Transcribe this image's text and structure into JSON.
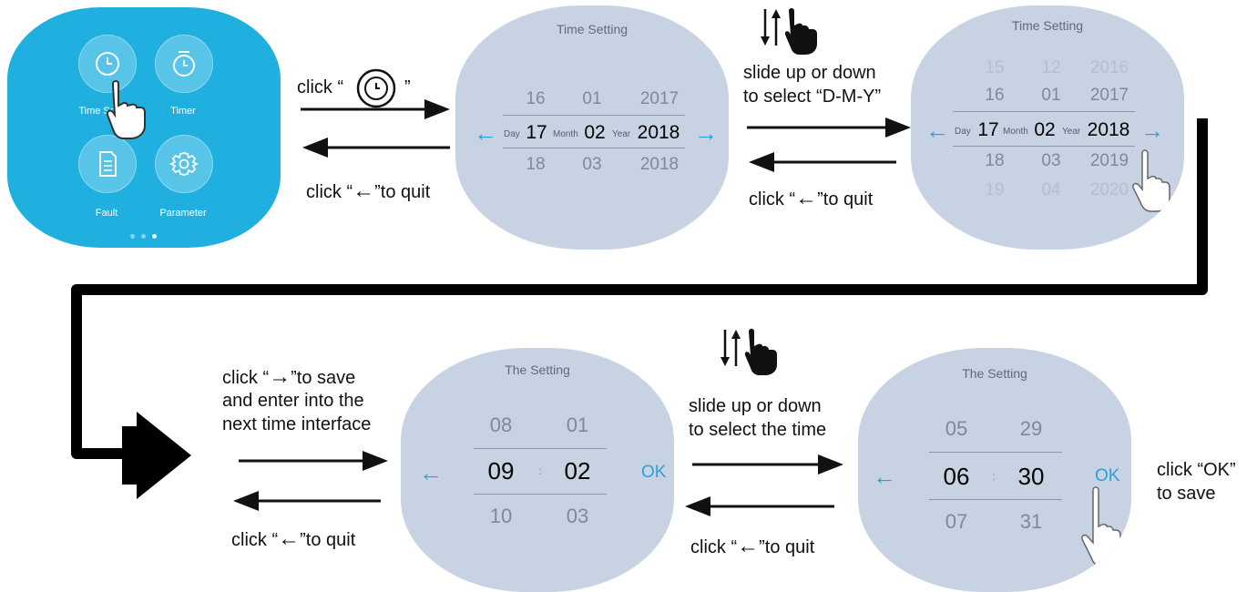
{
  "menu": {
    "items": [
      {
        "label": "Time Setting",
        "icon": "clock-icon"
      },
      {
        "label": "Timer",
        "icon": "stopwatch-icon"
      },
      {
        "label": "Fault",
        "icon": "document-icon"
      },
      {
        "label": "Parameter",
        "icon": "gear-icon"
      }
    ],
    "page_dots": 3,
    "active_dot": 3
  },
  "instructions": {
    "click_prefix": "click “",
    "click_suffix": "”",
    "to_quit_prefix": "click “",
    "to_quit_suffix": "”to quit",
    "slide_dmy_line1": "slide up or down",
    "slide_dmy_line2": "to select “D-M-Y”",
    "save_line1_prefix": "click “",
    "save_line1_suffix": "”to save",
    "save_line2": "and enter into the",
    "save_line3": "next time interface",
    "slide_time_line1": "slide up or down",
    "slide_time_line2": "to select the time",
    "ok_line1": "click “OK”",
    "ok_line2": "to save"
  },
  "date_screen_1": {
    "title": "Time Setting",
    "above": [
      "16",
      "01",
      "2017"
    ],
    "selected": [
      "17",
      "02",
      "2018"
    ],
    "below": [
      "18",
      "03",
      "2018"
    ],
    "unit_labels": [
      "Day",
      "Month",
      "Year"
    ]
  },
  "date_screen_2": {
    "title": "Time Setting",
    "row_minus2": [
      "15",
      "12",
      "2016"
    ],
    "above": [
      "16",
      "01",
      "2017"
    ],
    "selected": [
      "17",
      "02",
      "2018"
    ],
    "below": [
      "18",
      "03",
      "2019"
    ],
    "row_plus2": [
      "19",
      "04",
      "2020"
    ],
    "unit_labels": [
      "Day",
      "Month",
      "Year"
    ]
  },
  "time_screen_1": {
    "title": "The Setting",
    "above": [
      "08",
      "01"
    ],
    "selected": [
      "09",
      "02"
    ],
    "below": [
      "10",
      "03"
    ],
    "colon": ":",
    "ok_label": "OK"
  },
  "time_screen_2": {
    "title": "The Setting",
    "above": [
      "05",
      "29"
    ],
    "selected": [
      "06",
      "30"
    ],
    "below": [
      "07",
      "31"
    ],
    "colon": ":",
    "ok_label": "OK"
  },
  "colors": {
    "menu_bg": "#1fb0e0",
    "screen_bg": "#c7d3e2",
    "accent": "#2d9fde",
    "flow_line": "#000000"
  }
}
